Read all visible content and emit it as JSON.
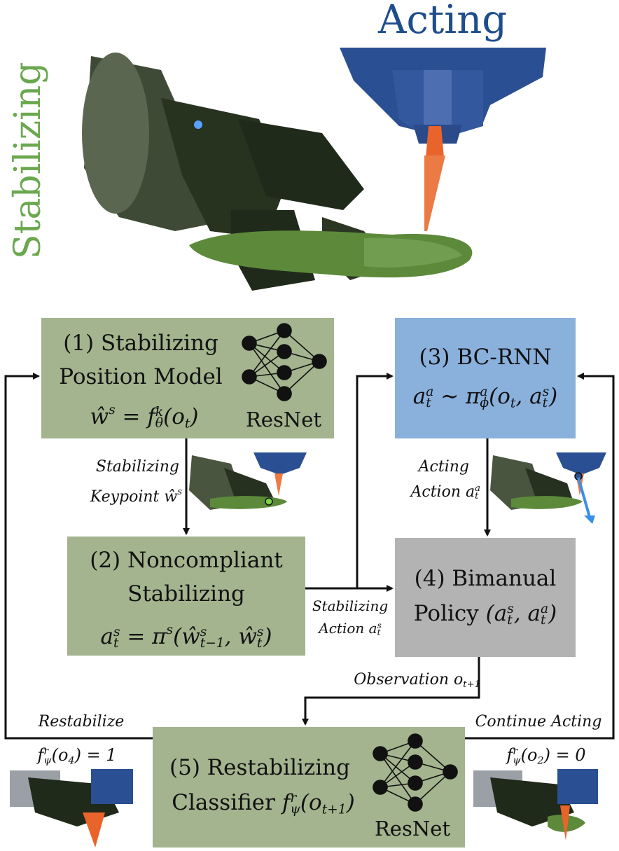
{
  "header": {
    "acting_label": "Acting",
    "stabilizing_label": "Stabilizing"
  },
  "boxes": {
    "b1": {
      "title_line1": "(1) Stabilizing",
      "title_line2": "Position Model",
      "net": "ResNet"
    },
    "b2": {
      "title_line1": "(2) Noncompliant",
      "title_line2": "Stabilizing"
    },
    "b3": {
      "title_line1": "(3) BC-RNN"
    },
    "b4": {
      "title_line1": "(4) Bimanual",
      "title_line2": "Policy"
    },
    "b5": {
      "title_line1": "(5) Restabilizing",
      "title_line2": "Classifier",
      "net": "ResNet"
    }
  },
  "edge_labels": {
    "stab_keypoint_1": "Stabilizing",
    "stab_keypoint_2": "Keypoint",
    "acting_action_1": "Acting",
    "acting_action_2": "Action",
    "stab_action_1": "Stabilizing",
    "stab_action_2": "Action",
    "observation": "Observation",
    "restabilize": "Restabilize",
    "continue_acting": "Continue Acting"
  },
  "colors": {
    "acting_blue": "#1e4d8c",
    "stabilizing_green": "#6aa84f",
    "box_green": "#a3b48e",
    "box_blue": "#8ab0dc",
    "box_gray": "#b3b3b3"
  }
}
